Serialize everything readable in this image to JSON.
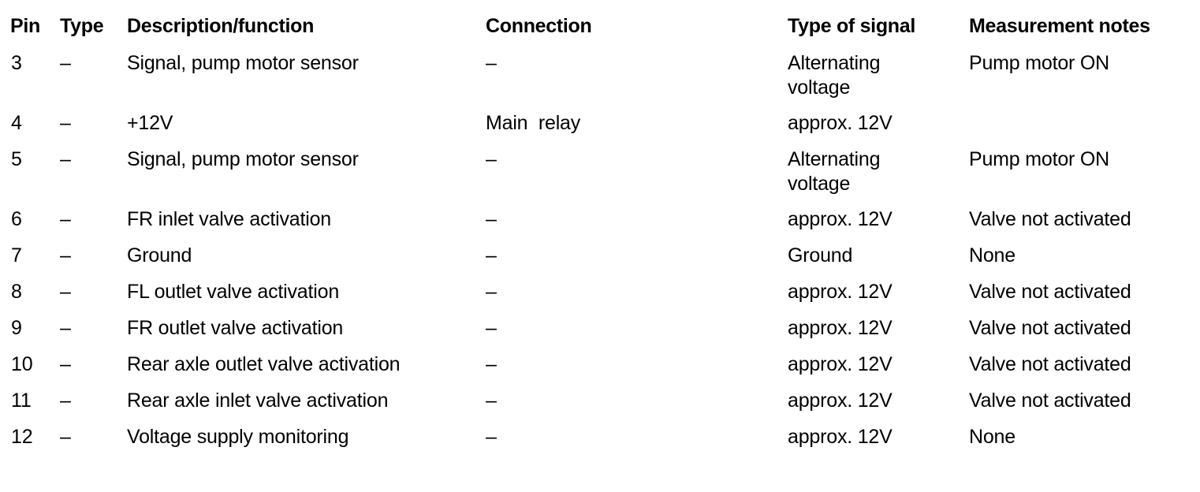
{
  "document": {
    "kind": "pin-assignment-table",
    "background_color": "#ffffff",
    "text_color": "#000000"
  },
  "table": {
    "headers": {
      "pin": "Pin",
      "type": "Type",
      "description": "Description/function",
      "connection": "Connection",
      "signal": "Type of signal",
      "notes": "Measurement notes"
    },
    "rows": [
      {
        "pin": "3",
        "type": "–",
        "description": "Signal, pump motor sensor",
        "connection": "–",
        "signal_line1": "Alternating",
        "signal_line2": "voltage",
        "notes": "Pump motor ON"
      },
      {
        "pin": "4",
        "type": "–",
        "description": "+12V",
        "connection": "Main  relay",
        "signal_line1": "approx. 12V",
        "signal_line2": "",
        "notes": ""
      },
      {
        "pin": "5",
        "type": "–",
        "description": "Signal, pump motor sensor",
        "connection": "–",
        "signal_line1": "Alternating",
        "signal_line2": "voltage",
        "notes": "Pump motor ON"
      },
      {
        "pin": "6",
        "type": "–",
        "description": "FR inlet valve activation",
        "connection": "–",
        "signal_line1": "approx. 12V",
        "signal_line2": "",
        "notes": "Valve not activated"
      },
      {
        "pin": "7",
        "type": "–",
        "description": "Ground",
        "connection": "–",
        "signal_line1": "Ground",
        "signal_line2": "",
        "notes": "None"
      },
      {
        "pin": "8",
        "type": "–",
        "description": "FL outlet valve activation",
        "connection": "–",
        "signal_line1": "approx. 12V",
        "signal_line2": "",
        "notes": "Valve not activated"
      },
      {
        "pin": "9",
        "type": "–",
        "description": "FR outlet valve activation",
        "connection": "–",
        "signal_line1": "approx. 12V",
        "signal_line2": "",
        "notes": "Valve not activated"
      },
      {
        "pin": "10",
        "type": "–",
        "description": "Rear axle outlet valve activation",
        "connection": "–",
        "signal_line1": "approx. 12V",
        "signal_line2": "",
        "notes": "Valve not activated"
      },
      {
        "pin": "11",
        "type": "–",
        "description": "Rear axle inlet valve activation",
        "connection": "–",
        "signal_line1": "approx. 12V",
        "signal_line2": "",
        "notes": "Valve not activated"
      },
      {
        "pin": "12",
        "type": "–",
        "description": "Voltage supply monitoring",
        "connection": "–",
        "signal_line1": "approx. 12V",
        "signal_line2": "",
        "notes": "None"
      }
    ]
  }
}
